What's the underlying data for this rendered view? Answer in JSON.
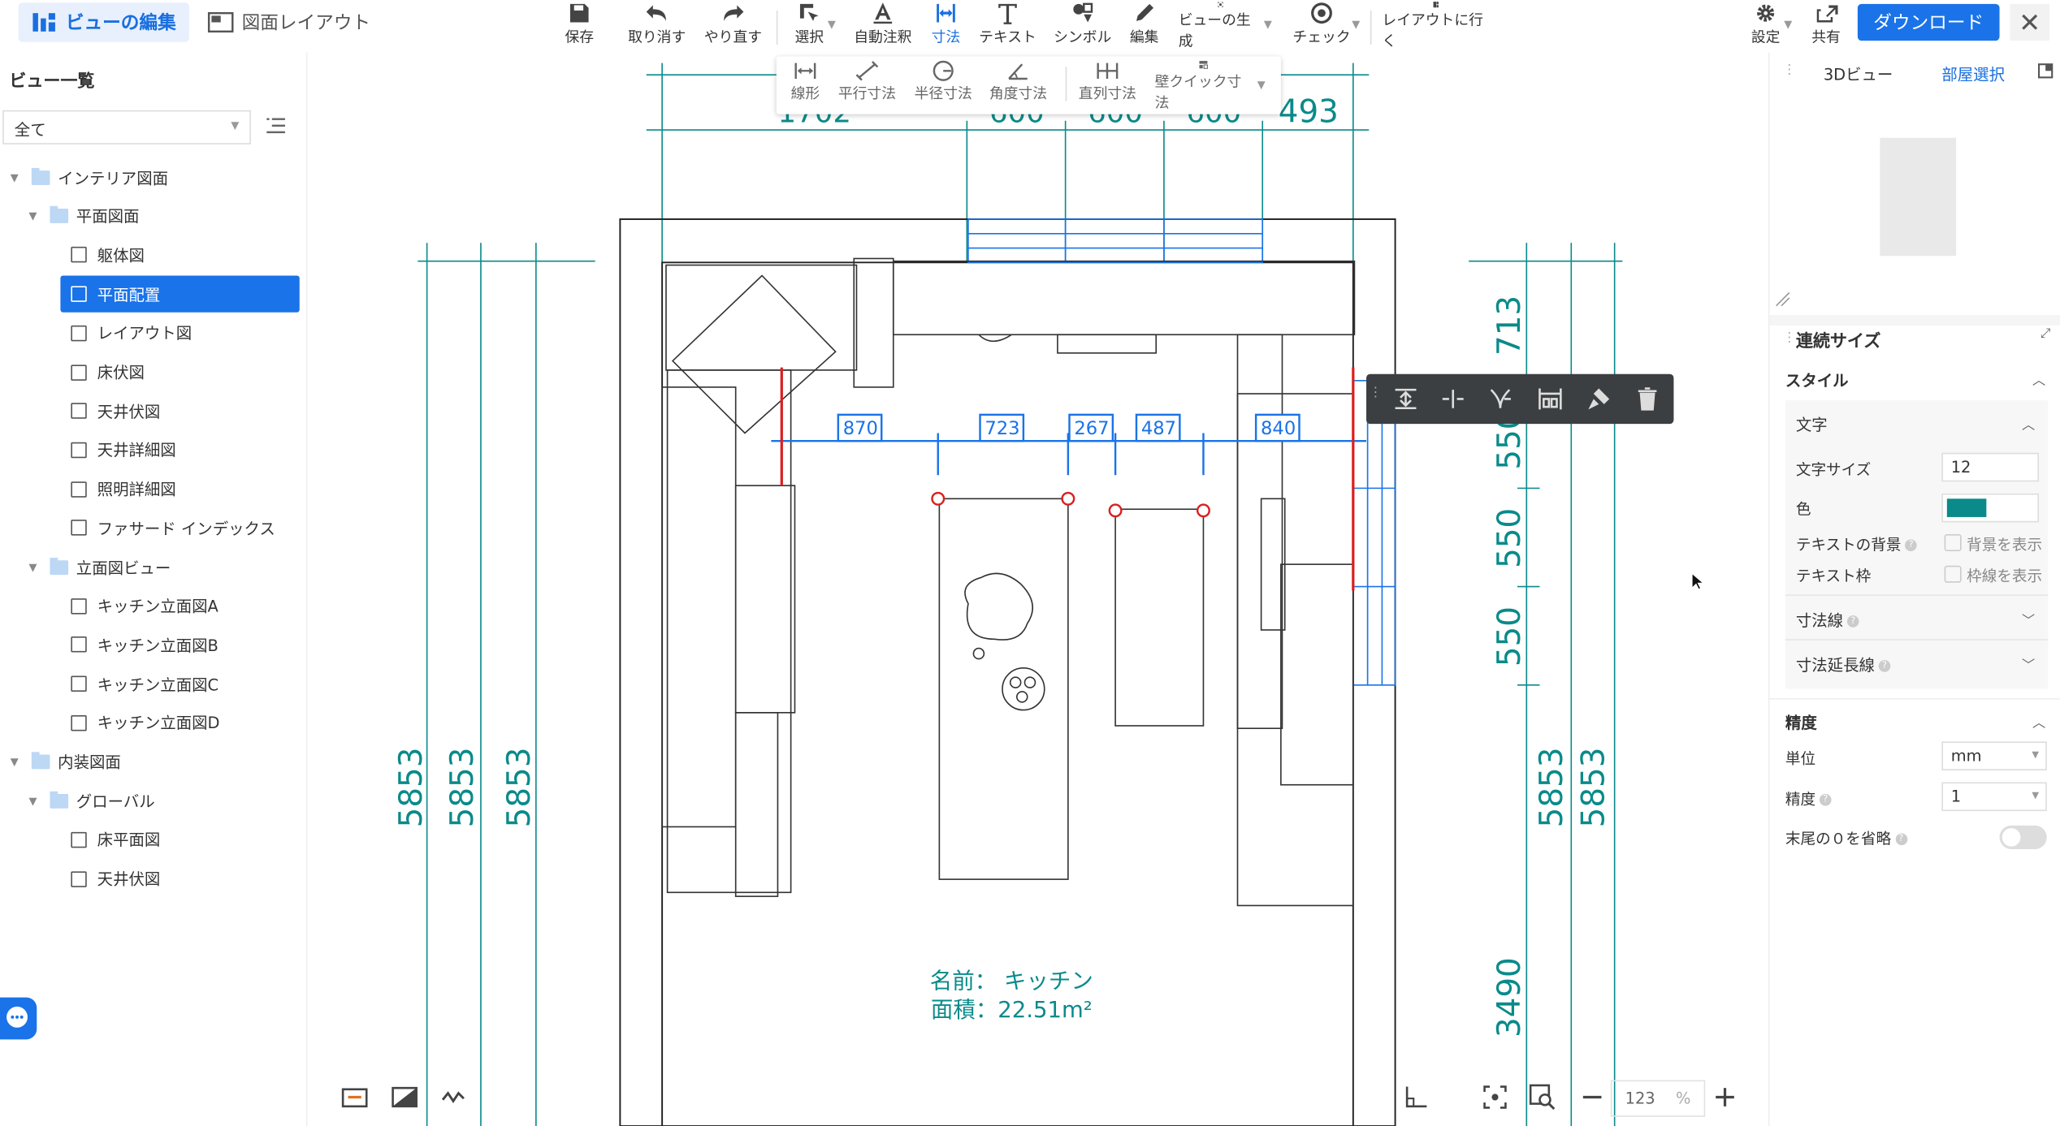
{
  "tabs": [
    {
      "label": "ビューの編集",
      "active": true
    },
    {
      "label": "図面レイアウト",
      "active": false
    }
  ],
  "toolbar": {
    "items": [
      {
        "label": "保存",
        "icon": "save-icon"
      },
      {
        "label": "取り消す",
        "icon": "undo-icon"
      },
      {
        "label": "やり直す",
        "icon": "redo-icon"
      },
      {
        "label": "選択",
        "icon": "select-icon"
      },
      {
        "label": "自動注釈",
        "icon": "auto-annotate-icon"
      },
      {
        "label": "寸法",
        "icon": "dimension-icon",
        "active": true
      },
      {
        "label": "テキスト",
        "icon": "text-icon"
      },
      {
        "label": "シンボル",
        "icon": "symbol-icon"
      },
      {
        "label": "編集",
        "icon": "edit-icon"
      },
      {
        "label": "ビューの生成",
        "icon": "generate-view-icon"
      },
      {
        "label": "チェック",
        "icon": "check-icon"
      },
      {
        "label": "レイアウトに行く",
        "icon": "layout-icon"
      }
    ],
    "settings": "設定",
    "share": "共有",
    "download": "ダウンロード"
  },
  "subtoolbar": {
    "items": [
      "線形",
      "平行寸法",
      "半径寸法",
      "角度寸法",
      "直列寸法",
      "壁クイック寸法"
    ]
  },
  "left_panel": {
    "title": "ビュー一覧",
    "filter": "全て",
    "tree": [
      {
        "label": "インテリア図面",
        "level": 0,
        "type": "folder"
      },
      {
        "label": "平面図面",
        "level": 1,
        "type": "folder"
      },
      {
        "label": "躯体図",
        "level": 2,
        "type": "plan"
      },
      {
        "label": "平面配置",
        "level": 2,
        "type": "plan",
        "selected": true
      },
      {
        "label": "レイアウト図",
        "level": 2,
        "type": "plan"
      },
      {
        "label": "床伏図",
        "level": 2,
        "type": "plan"
      },
      {
        "label": "天井伏図",
        "level": 2,
        "type": "plan"
      },
      {
        "label": "天井詳細図",
        "level": 2,
        "type": "plan"
      },
      {
        "label": "照明詳細図",
        "level": 2,
        "type": "plan"
      },
      {
        "label": "ファサード インデックス",
        "level": 2,
        "type": "plan"
      },
      {
        "label": "立面図ビュー",
        "level": 1,
        "type": "folder"
      },
      {
        "label": "キッチン立面図A",
        "level": 2,
        "type": "elev"
      },
      {
        "label": "キッチン立面図B",
        "level": 2,
        "type": "elev"
      },
      {
        "label": "キッチン立面図C",
        "level": 2,
        "type": "elev"
      },
      {
        "label": "キッチン立面図D",
        "level": 2,
        "type": "elev"
      },
      {
        "label": "内装図面",
        "level": 0,
        "type": "folder"
      },
      {
        "label": "グローバル",
        "level": 1,
        "type": "folder"
      },
      {
        "label": "床平面図",
        "level": 2,
        "type": "plan"
      },
      {
        "label": "天井伏図",
        "level": 2,
        "type": "plan"
      }
    ]
  },
  "canvas": {
    "top_dims": [
      "1702",
      "600",
      "600",
      "600",
      "493"
    ],
    "chain_dims": [
      "870",
      "723",
      "267",
      "487",
      "840"
    ],
    "left_dims": [
      "5853",
      "5853",
      "5853"
    ],
    "right_dims_top": [
      "713",
      "550",
      "550",
      "550"
    ],
    "right_dims_bottom": [
      "5853",
      "5853",
      "3490"
    ],
    "room_name": "名前：  キッチン",
    "room_area": "面積：22.51m²"
  },
  "right_panel": {
    "tab_3d": "3Dビュー",
    "tab_room": "部屋選択",
    "section_title": "連続サイズ",
    "style": "スタイル",
    "text": "文字",
    "font_size_label": "文字サイズ",
    "font_size": "12",
    "color_label": "色",
    "color": "#0a8a8a",
    "text_bg_label": "テキストの背景",
    "show_bg": "背景を表示",
    "text_frame_label": "テキスト枠",
    "show_frame": "枠線を表示",
    "dim_line": "寸法線",
    "ext_line": "寸法延長線",
    "precision_section": "精度",
    "unit_label": "単位",
    "unit": "mm",
    "precision_label": "精度",
    "precision": "1",
    "omit_zero_label": "末尾の０を省略"
  },
  "zoom": {
    "value": "123",
    "unit": "%"
  }
}
